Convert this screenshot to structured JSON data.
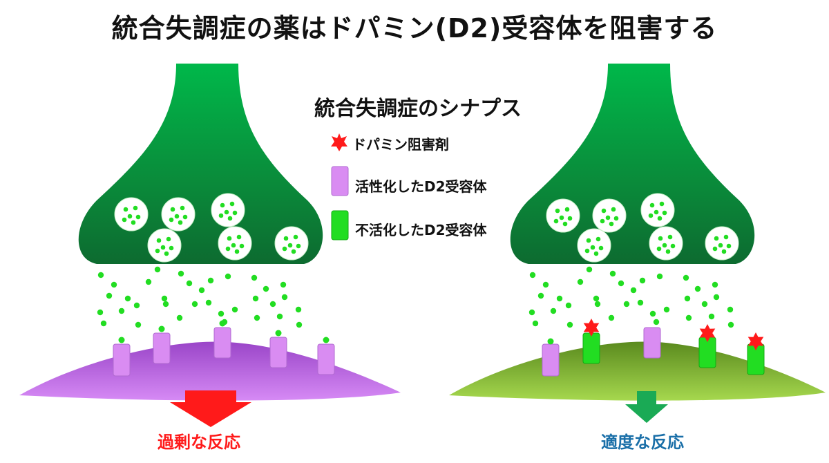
{
  "title": "統合失調症の薬はドパミン(D2)受容体を阻害する",
  "legend": {
    "title": "統合失調症のシナプス",
    "items": [
      {
        "label": "ドパミン阻害剤",
        "icon": "red-star-icon",
        "color": "#ff1a1a"
      },
      {
        "label": "活性化したD2受容体",
        "icon": "purple-receptor-icon",
        "color": "#d98cf2"
      },
      {
        "label": "不活化したD2受容体",
        "icon": "green-receptor-icon",
        "color": "#22dd22"
      }
    ]
  },
  "left_panel": {
    "response": "過剰な反応",
    "response_color": "#ff1a1a"
  },
  "right_panel": {
    "response": "適度な反応",
    "response_color": "#1a6fa8"
  },
  "colors": {
    "neuron": "#0a8a3a",
    "dopamine": "#22dd22",
    "post_left": "#c77ef0",
    "post_right": "#8cc63f",
    "arrow_left": "#ff1a1a",
    "arrow_right": "#1aaa55"
  }
}
